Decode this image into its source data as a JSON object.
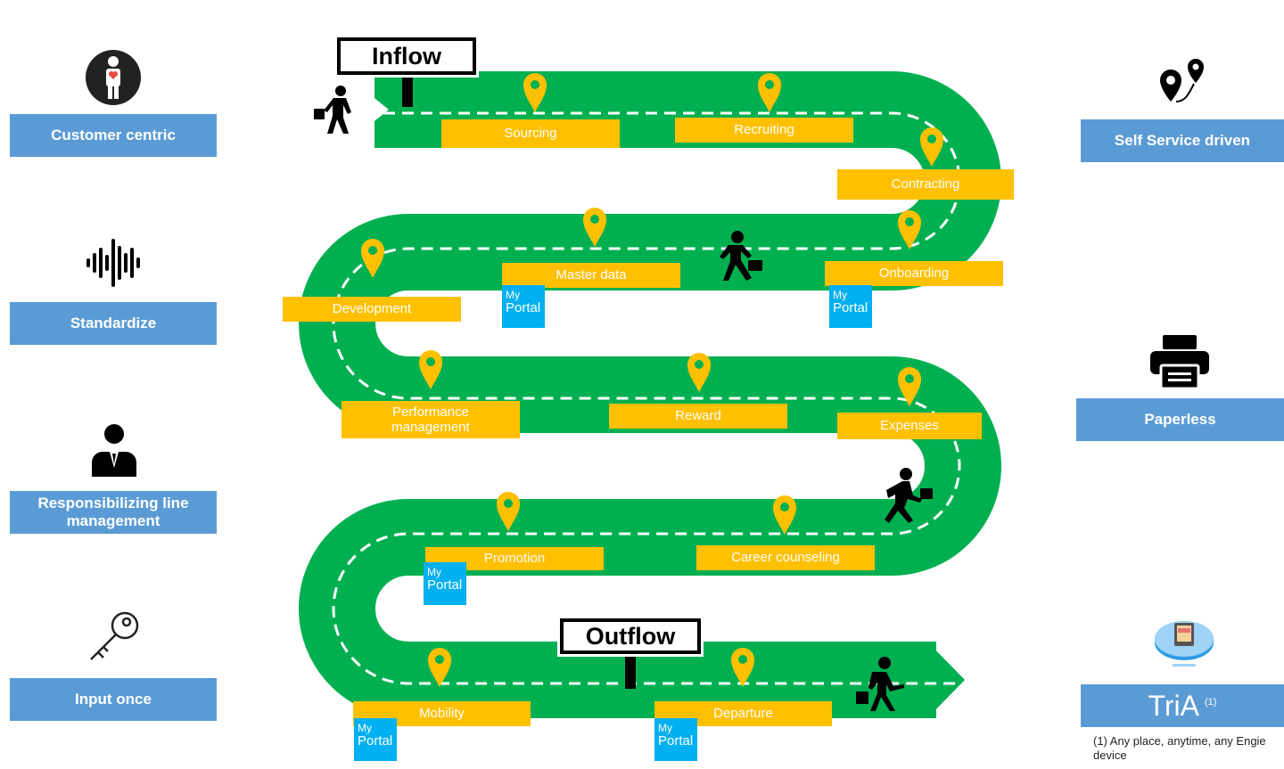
{
  "left_principles": [
    "Customer centric",
    "Standardize",
    "Responsibilizing line management",
    "Input once"
  ],
  "right_principles": [
    "Self Service driven",
    "Paperless"
  ],
  "signs": {
    "inflow": "Inflow",
    "outflow": "Outflow"
  },
  "steps": {
    "sourcing": "Sourcing",
    "recruiting": "Recruiting",
    "contracting": "Contracting",
    "master_data": "Master data",
    "onboarding": "Onboarding",
    "development": "Development",
    "performance_management": "Performance management",
    "reward": "Reward",
    "expenses": "Expenses",
    "promotion": "Promotion",
    "career_counseling": "Career counseling",
    "mobility": "Mobility",
    "departure": "Departure"
  },
  "portal": {
    "line1": "My",
    "line2": "Portal"
  },
  "tria": {
    "label": "TriA",
    "superscript": "(1)",
    "footnote": "(1) Any place, anytime, any Engie device"
  },
  "colors": {
    "road": "#00b050",
    "step": "#ffc000",
    "principle": "#5b9bd5",
    "portal": "#00b0f0"
  }
}
